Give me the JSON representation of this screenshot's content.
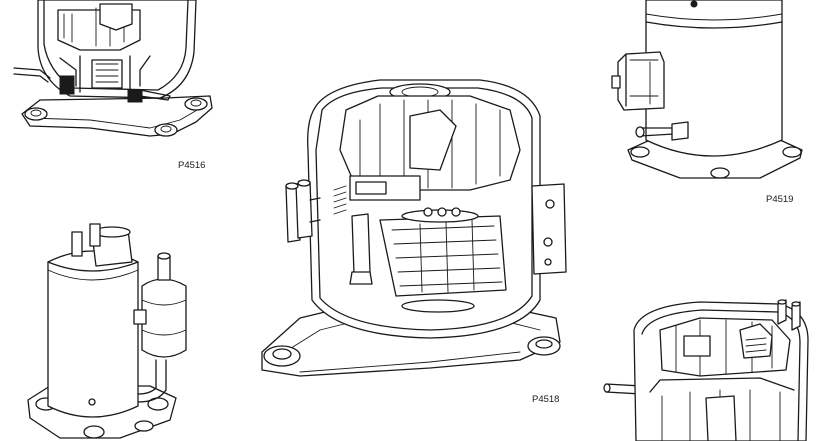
{
  "figures": [
    {
      "label": "P4516"
    },
    {
      "label": "P4519"
    },
    {
      "label": "P4518"
    },
    {
      "label": ""
    },
    {
      "label": ""
    }
  ]
}
